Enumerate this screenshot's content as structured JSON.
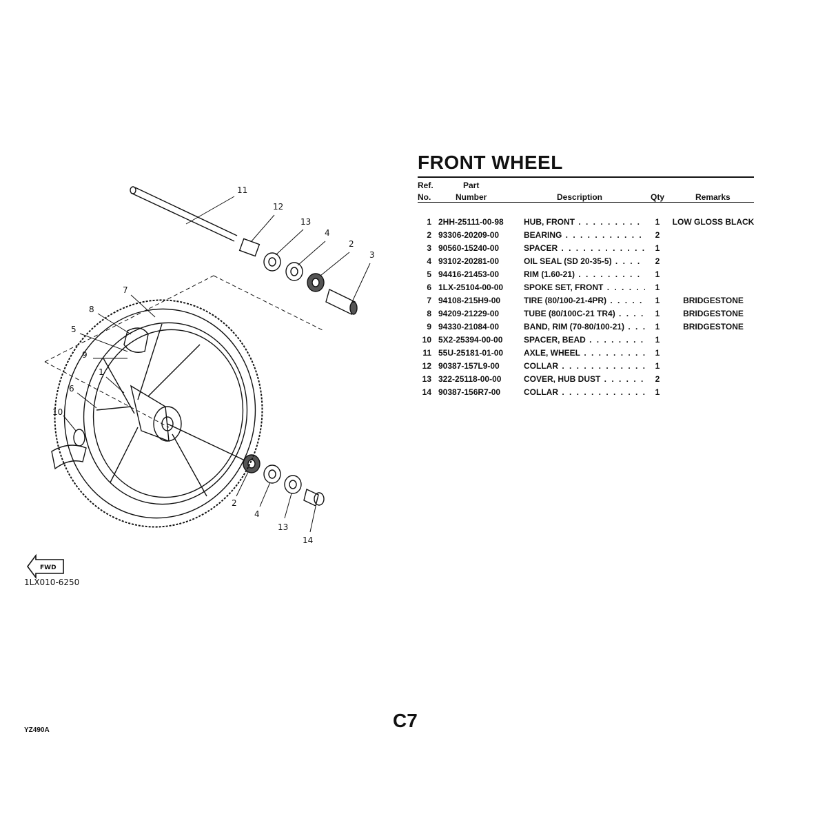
{
  "title": "FRONT WHEEL",
  "header": {
    "ref1": "Ref.",
    "ref2": "No.",
    "part1": "Part",
    "part2": "Number",
    "description": "Description",
    "qty": "Qty",
    "remarks": "Remarks"
  },
  "rows": [
    {
      "ref": "1",
      "part": "2HH-25111-00-98",
      "desc": "HUB, FRONT",
      "qty": "1",
      "remarks": "LOW GLOSS BLACK"
    },
    {
      "ref": "2",
      "part": "93306-20209-00",
      "desc": "BEARING",
      "qty": "2",
      "remarks": ""
    },
    {
      "ref": "3",
      "part": "90560-15240-00",
      "desc": "SPACER",
      "qty": "1",
      "remarks": ""
    },
    {
      "ref": "4",
      "part": "93102-20281-00",
      "desc": "OIL SEAL (SD 20-35-5)",
      "qty": "2",
      "remarks": ""
    },
    {
      "ref": "5",
      "part": "94416-21453-00",
      "desc": "RIM (1.60-21)",
      "qty": "1",
      "remarks": ""
    },
    {
      "ref": "6",
      "part": "1LX-25104-00-00",
      "desc": "SPOKE SET, FRONT",
      "qty": "1",
      "remarks": ""
    },
    {
      "ref": "7",
      "part": "94108-215H9-00",
      "desc": "TIRE (80/100-21-4PR)",
      "qty": "1",
      "remarks": "BRIDGESTONE"
    },
    {
      "ref": "8",
      "part": "94209-21229-00",
      "desc": "TUBE (80/100C-21 TR4)",
      "qty": "1",
      "remarks": "BRIDGESTONE"
    },
    {
      "ref": "9",
      "part": "94330-21084-00",
      "desc": "BAND, RIM (70-80/100-21)",
      "qty": "1",
      "remarks": "BRIDGESTONE"
    },
    {
      "ref": "10",
      "part": "5X2-25394-00-00",
      "desc": "SPACER, BEAD",
      "qty": "1",
      "remarks": ""
    },
    {
      "ref": "11",
      "part": "55U-25181-01-00",
      "desc": "AXLE, WHEEL",
      "qty": "1",
      "remarks": ""
    },
    {
      "ref": "12",
      "part": "90387-157L9-00",
      "desc": "COLLAR",
      "qty": "1",
      "remarks": ""
    },
    {
      "ref": "13",
      "part": "322-25118-00-00",
      "desc": "COVER, HUB DUST",
      "qty": "2",
      "remarks": ""
    },
    {
      "ref": "14",
      "part": "90387-156R7-00",
      "desc": "COLLAR",
      "qty": "1",
      "remarks": ""
    }
  ],
  "diagram": {
    "callouts": [
      "11",
      "12",
      "13",
      "4",
      "2",
      "3",
      "7",
      "8",
      "5",
      "9",
      "1",
      "6",
      "10",
      "2",
      "4",
      "13",
      "14"
    ],
    "fwd_label": "FWD",
    "drawing_code": "1LX010-6250"
  },
  "page_number": "C7",
  "model_code": "YZ490A"
}
